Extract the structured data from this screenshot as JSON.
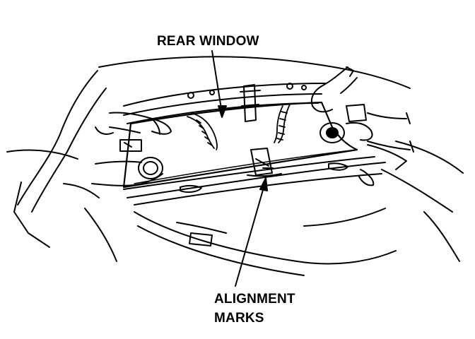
{
  "labels": {
    "rear_window": "REAR WINDOW",
    "alignment_line1": "ALIGNMENT",
    "alignment_line2": "MARKS"
  },
  "colors": {
    "ink": "#000000",
    "paper": "#ffffff"
  },
  "figure": {
    "subjects": [
      "rear-window-glass",
      "vehicle-rear-opening",
      "suction-cup-tool",
      "hand",
      "alignment-mark-tape",
      "trunk-lid"
    ]
  }
}
